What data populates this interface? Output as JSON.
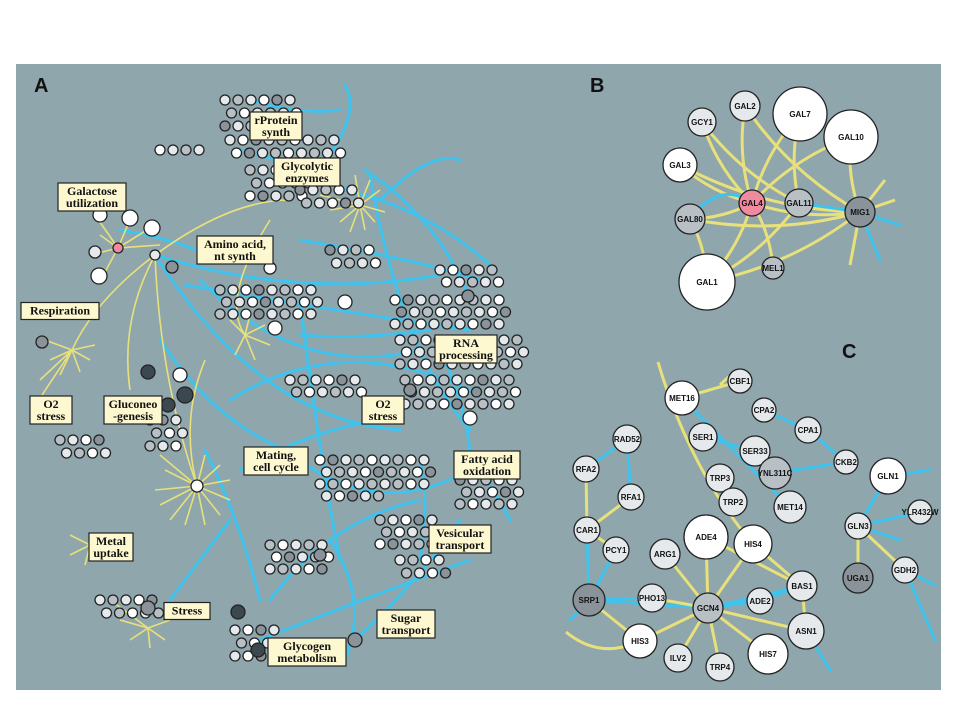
{
  "panels": {
    "a": {
      "tag": "A",
      "labels": [
        {
          "lines": [
            "rProtein",
            "synth"
          ]
        },
        {
          "lines": [
            "Glycolytic",
            "enzymes"
          ]
        },
        {
          "lines": [
            "Galactose",
            "utilization"
          ]
        },
        {
          "lines": [
            "Amino acid,",
            "nt synth"
          ]
        },
        {
          "lines": [
            "Respiration"
          ]
        },
        {
          "lines": [
            "RNA",
            "processing"
          ]
        },
        {
          "lines": [
            "O2",
            "stress"
          ]
        },
        {
          "lines": [
            "Gluconeo",
            "-genesis"
          ]
        },
        {
          "lines": [
            "O2",
            "stress"
          ]
        },
        {
          "lines": [
            "Mating,",
            "cell cycle"
          ]
        },
        {
          "lines": [
            "Fatty acid",
            "oxidation"
          ]
        },
        {
          "lines": [
            "Vesicular",
            "transport"
          ]
        },
        {
          "lines": [
            "Metal",
            "uptake"
          ]
        },
        {
          "lines": [
            "Stress"
          ]
        },
        {
          "lines": [
            "Sugar",
            "transport"
          ]
        },
        {
          "lines": [
            "Glycogen",
            "metabolism"
          ]
        }
      ]
    },
    "b": {
      "tag": "B",
      "genes": [
        "GCY1",
        "GAL2",
        "GAL7",
        "GAL10",
        "GAL3",
        "GAL4",
        "GAL11",
        "MIG1",
        "GAL80",
        "MEL1",
        "GAL1"
      ]
    },
    "c": {
      "tag": "C",
      "genes": [
        "CBF1",
        "MET16",
        "CPA2",
        "SER1",
        "CPA1",
        "RAD52",
        "SER33",
        "CKB2",
        "YNL311C",
        "TRP3",
        "GLN1",
        "RFA2",
        "TRP2",
        "MET14",
        "RFA1",
        "YLR432W",
        "GLN3",
        "CAR1",
        "ADE4",
        "HIS4",
        "ARG1",
        "PCY1",
        "BAS1",
        "UGA1",
        "GDH2",
        "SRP1",
        "PHO13",
        "ADE2",
        "GCN4",
        "ASN1",
        "HIS3",
        "ILV2",
        "TRP4",
        "HIS7"
      ]
    }
  },
  "colors": {
    "background": "#8fa6ad",
    "regulatory_edge": "#3ec4ef",
    "target_edge": "#e8e07a",
    "label_fill": "#fdf8d0",
    "highlight_node": "#f08aa0"
  }
}
